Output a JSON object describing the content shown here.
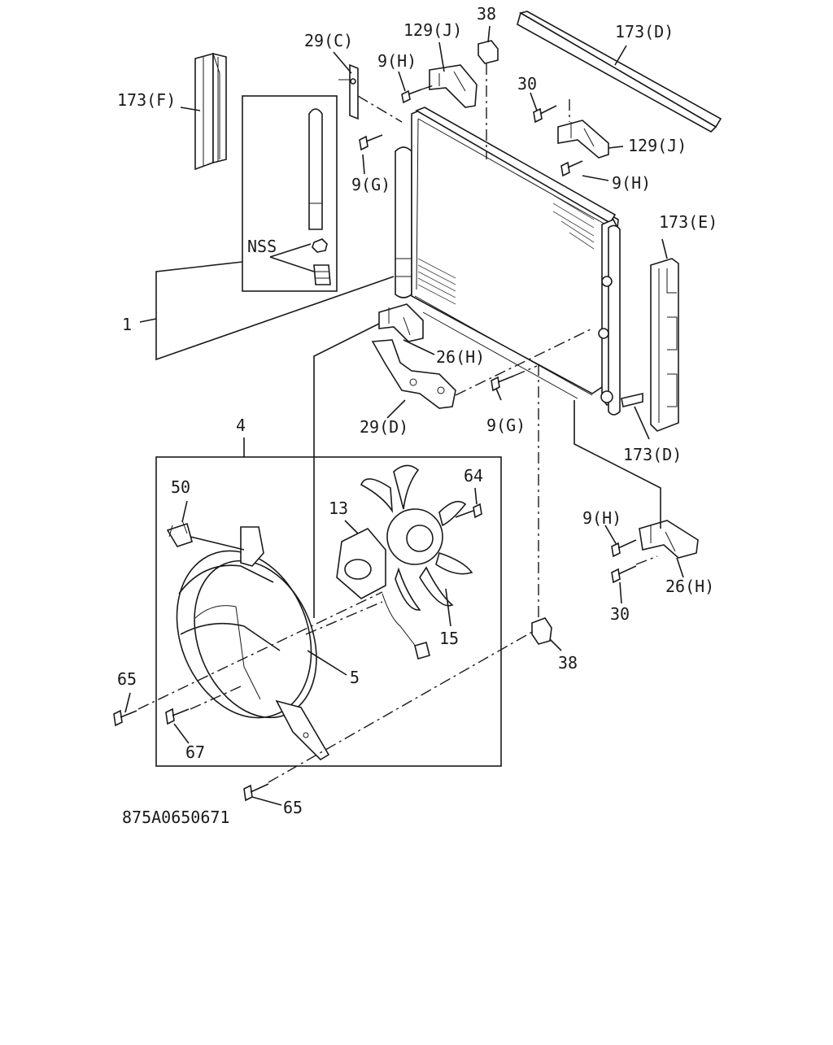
{
  "diagram_id": "875A0650671",
  "callouts": {
    "c173F": "173(F)",
    "c29C": "29(C)",
    "c129J_top": "129(J)",
    "c38_top": "38",
    "c173D_top": "173(D)",
    "c9H_top": "9(H)",
    "c30_top": "30",
    "c129J_right": "129(J)",
    "c9H_mid": "9(H)",
    "c9G_top": "9(G)",
    "cNSS": "NSS",
    "c173E": "173(E)",
    "c1": "1",
    "c26H_mid": "26(H)",
    "c29D": "29(D)",
    "c9G_low": "9(G)",
    "c173D_low": "173(D)",
    "c4": "4",
    "c50": "50",
    "c13": "13",
    "c64": "64",
    "c9H_low": "9(H)",
    "c26H_low": "26(H)",
    "c30_low": "30",
    "c15": "15",
    "c5": "5",
    "c38_low": "38",
    "c65_left": "65",
    "c67": "67",
    "c65_bottom": "65"
  }
}
